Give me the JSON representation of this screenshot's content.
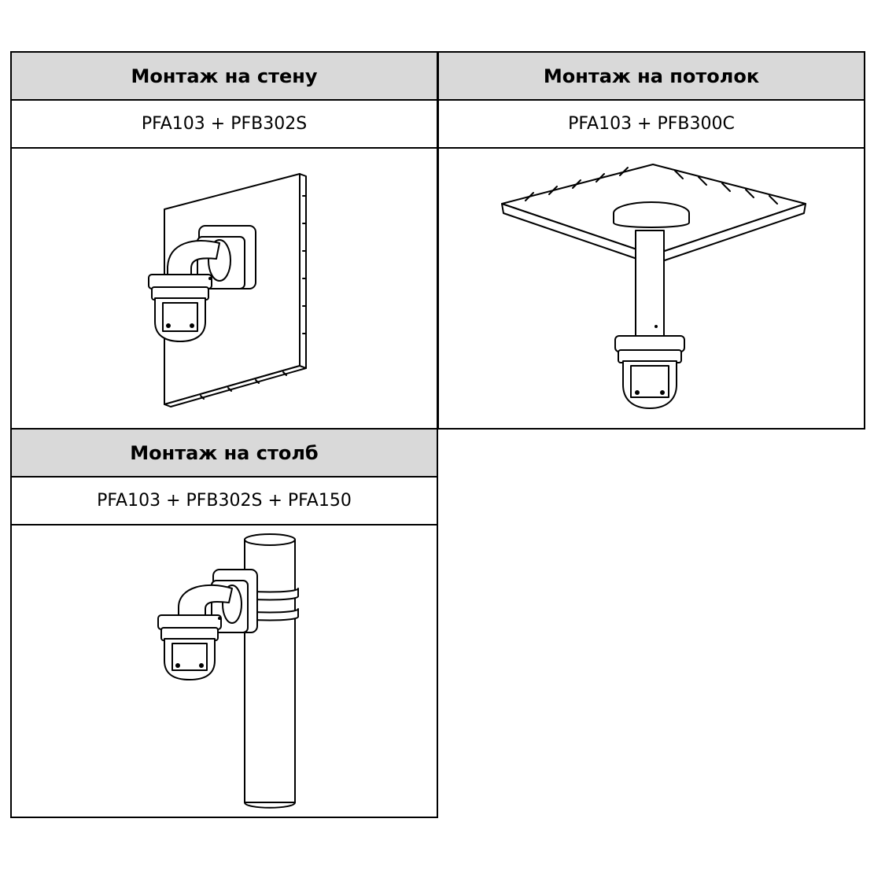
{
  "mounts": [
    {
      "title": "Монтаж на стену",
      "model": "PFA103 + PFB302S",
      "illustration": "wall-mount"
    },
    {
      "title": "Монтаж на потолок",
      "model": "PFA103 + PFB300C",
      "illustration": "ceiling-mount"
    },
    {
      "title": "Монтаж на столб",
      "model": "PFA103 + PFB302S + PFA150",
      "illustration": "pole-mount"
    }
  ]
}
